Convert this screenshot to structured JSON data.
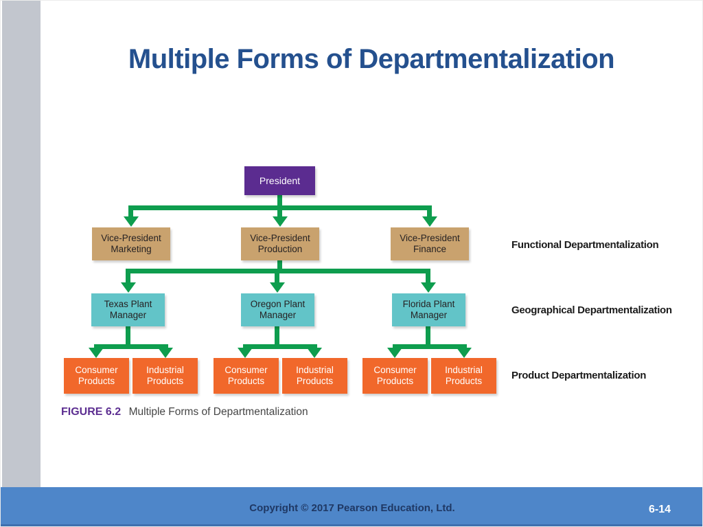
{
  "slide": {
    "title": "Multiple Forms of Departmentalization",
    "footer": {
      "copyright": "Copyright © 2017 Pearson Education, Ltd.",
      "page_number": "6-14"
    }
  },
  "org": {
    "president": {
      "label": "President"
    },
    "vps": [
      {
        "line1": "Vice-President",
        "line2": "Marketing"
      },
      {
        "line1": "Vice-President",
        "line2": "Production"
      },
      {
        "line1": "Vice-President",
        "line2": "Finance"
      }
    ],
    "plants": [
      {
        "line1": "Texas Plant",
        "line2": "Manager"
      },
      {
        "line1": "Oregon Plant",
        "line2": "Manager"
      },
      {
        "line1": "Florida Plant",
        "line2": "Manager"
      }
    ],
    "products": [
      {
        "line1": "Consumer",
        "line2": "Products"
      },
      {
        "line1": "Industrial",
        "line2": "Products"
      },
      {
        "line1": "Consumer",
        "line2": "Products"
      },
      {
        "line1": "Industrial",
        "line2": "Products"
      },
      {
        "line1": "Consumer",
        "line2": "Products"
      },
      {
        "line1": "Industrial",
        "line2": "Products"
      }
    ],
    "side_labels": [
      "Functional Departmentalization",
      "Geographical Departmentalization",
      "Product Departmentalization"
    ]
  },
  "figure": {
    "caption_label": "FIGURE 6.2",
    "caption_text": "Multiple Forms of Departmentalization"
  },
  "colors": {
    "title_blue": "#24508E",
    "president_purple": "#5B2C90",
    "vp_tan": "#C9A26E",
    "plant_teal": "#62C4C8",
    "product_orange": "#F1682B",
    "connector_green": "#0E9D4E",
    "footer_blue": "#4E86C9",
    "footer_text_navy": "#1F3864",
    "caption_purple": "#5C2E91",
    "sidebar_gray": "#C2C6CE"
  }
}
